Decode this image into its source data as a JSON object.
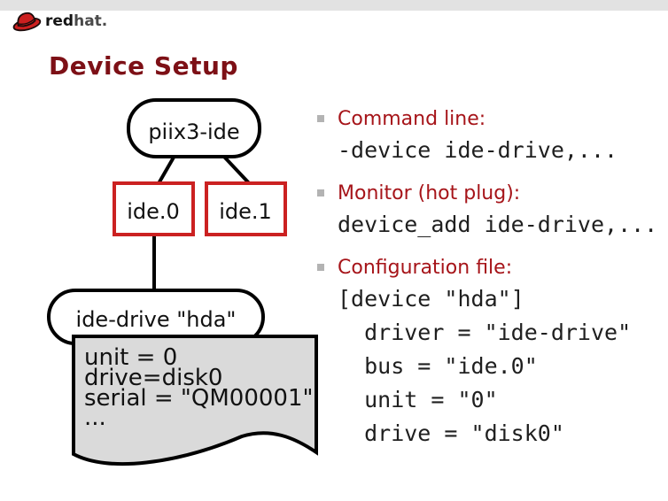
{
  "header": {
    "brand_red": "red",
    "brand_hat": "hat.",
    "title": "Device Setup"
  },
  "diagram": {
    "controller": "piix3-ide",
    "bus0": "ide.0",
    "bus1": "ide.1",
    "drive": "ide-drive \"hda\"",
    "props": [
      "unit = 0",
      "drive=disk0",
      "serial = \"QM00001\"",
      "..."
    ]
  },
  "bullets": [
    {
      "heading": "Command line:",
      "code": [
        "-device ide-drive,..."
      ]
    },
    {
      "heading": "Monitor (hot plug):",
      "code": [
        "device_add ide-drive,..."
      ]
    },
    {
      "heading": "Configuration file:",
      "code": [
        "[device \"hda\"]",
        "  driver = \"ide-drive\"",
        "  bus = \"ide.0\"",
        "  unit = \"0\"",
        "  drive = \"disk0\""
      ]
    }
  ],
  "colors": {
    "title": "#7d1016",
    "heading_red": "#a61419",
    "node_border_red": "#cb2121",
    "doc_fill": "#dadada",
    "hat_red": "#cc1f1f",
    "topbar_gray": "#e2e2e2",
    "bullet_gray": "#b3b3b3"
  }
}
